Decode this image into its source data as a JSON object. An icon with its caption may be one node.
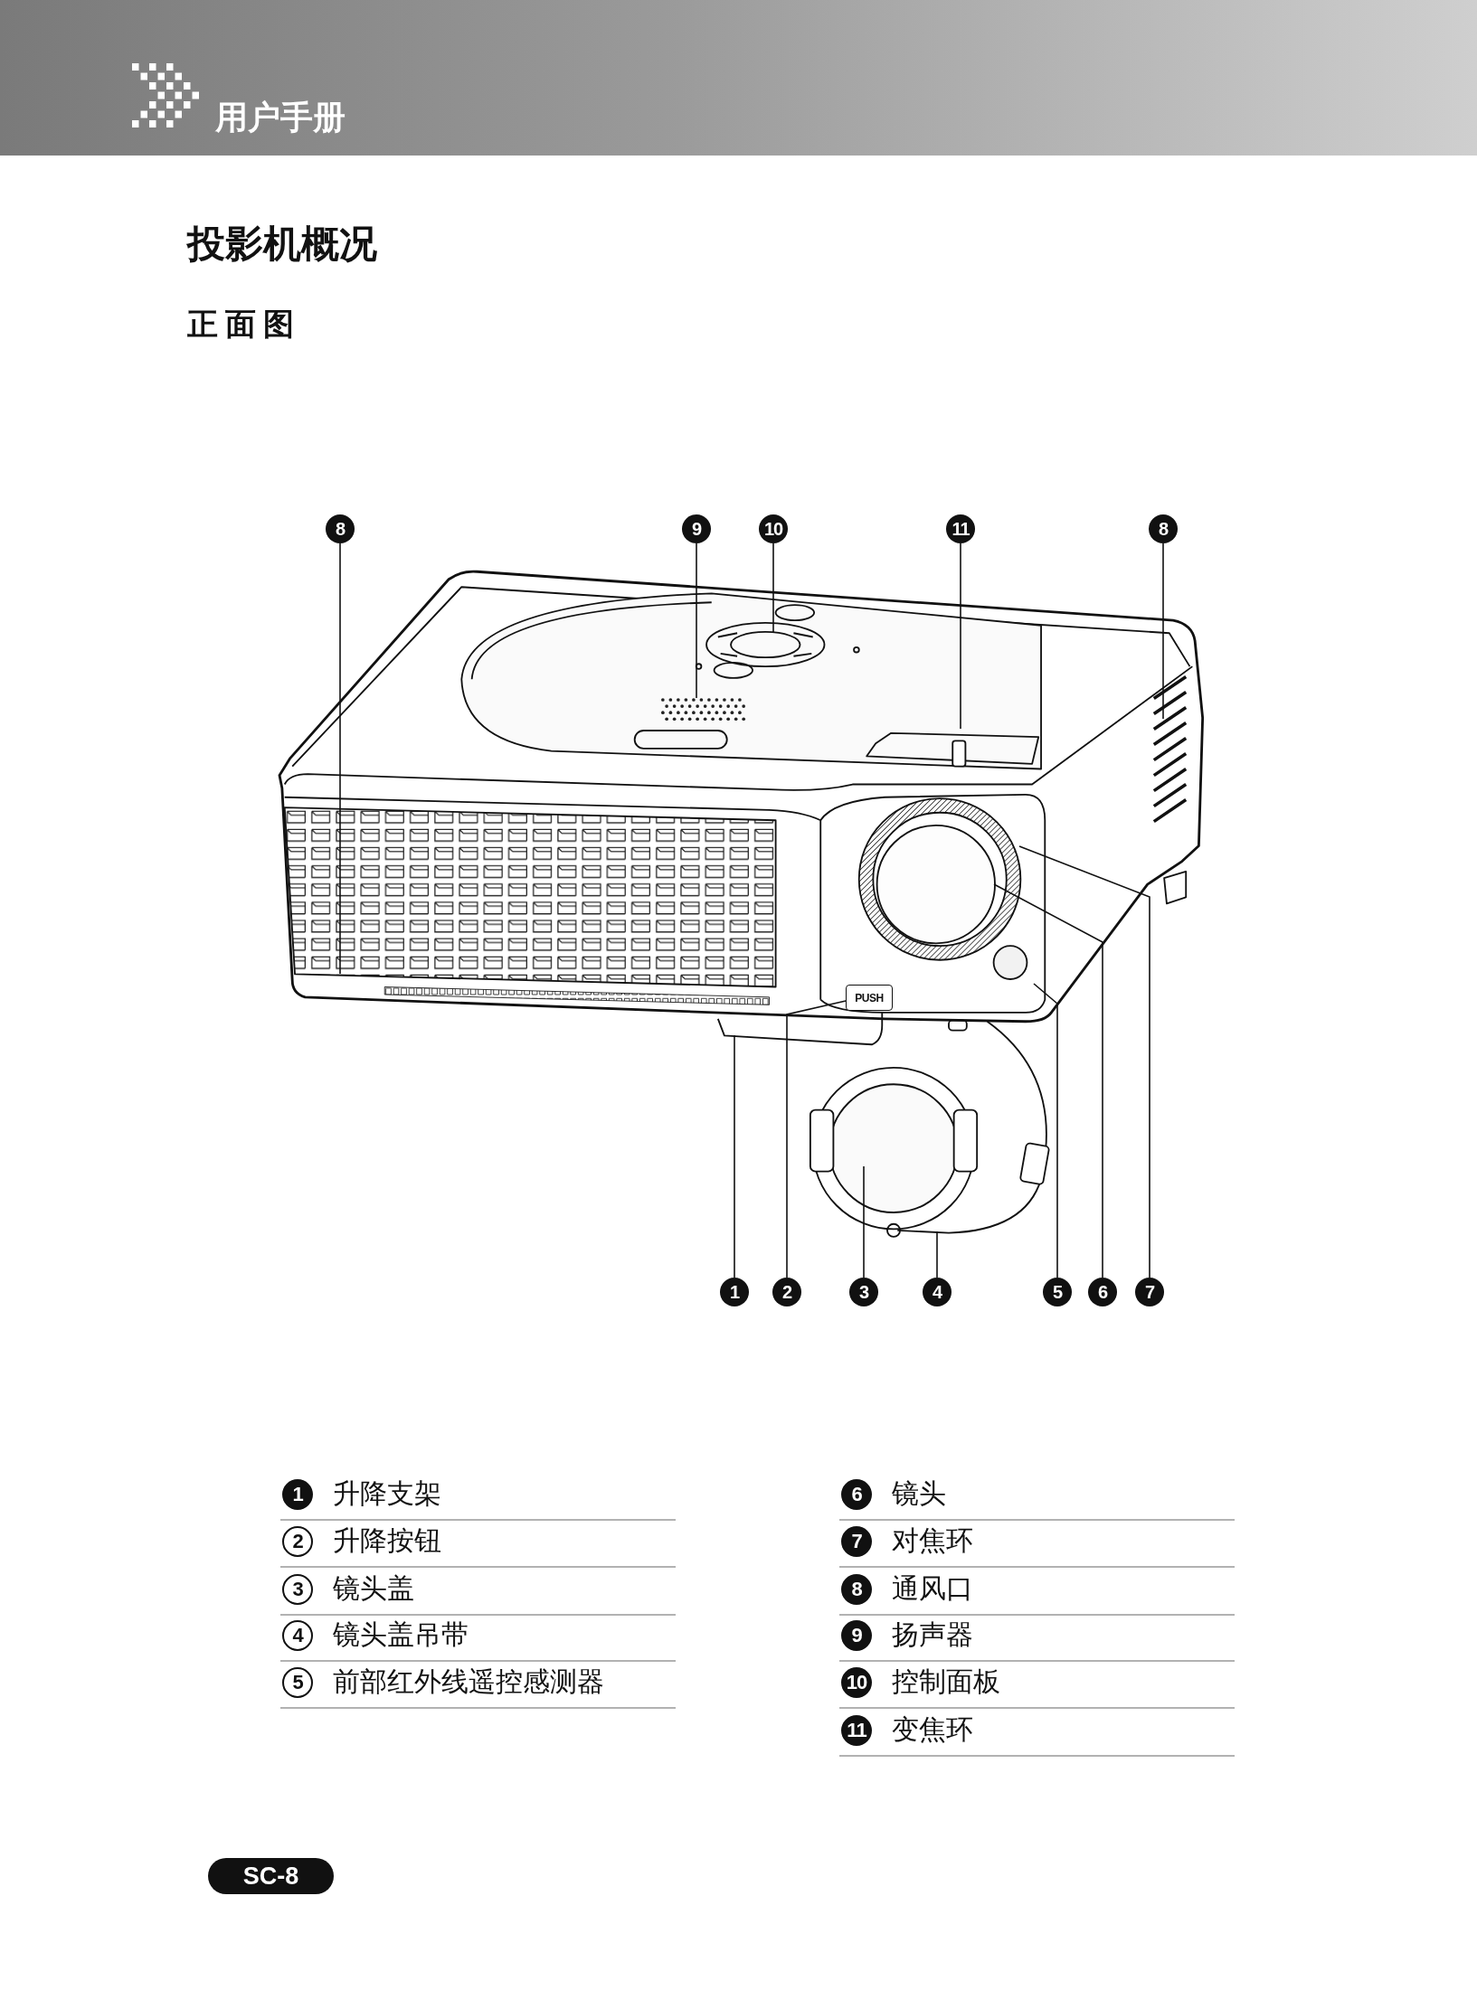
{
  "diagram": {
    "title": "投影机概况",
    "nodes": [
      {
        "text": [
          "8"
        ]
      },
      {
        "text": [
          "9"
        ]
      },
      {
        "text": [
          "10"
        ]
      },
      {
        "text": [
          "11"
        ]
      },
      {
        "text": [
          "8"
        ]
      },
      {
        "text": [
          "1"
        ]
      },
      {
        "text": [
          "2"
        ]
      },
      {
        "text": [
          "3"
        ]
      },
      {
        "text": [
          "4"
        ]
      },
      {
        "text": [
          "5"
        ]
      },
      {
        "text": [
          "6"
        ]
      },
      {
        "text": [
          "7"
        ]
      },
      {
        "text": [
          "PUSH"
        ]
      },
      {
        "text": [
          "1"
        ],
        "beside": [
          "升降支架"
        ]
      },
      {
        "text": [
          "2"
        ],
        "beside": [
          "升降按钮"
        ]
      },
      {
        "text": [
          "3"
        ],
        "beside": [
          "镜头盖"
        ]
      },
      {
        "text": [
          "4"
        ],
        "beside": [
          "镜头盖吊带"
        ]
      },
      {
        "text": [
          "5"
        ],
        "beside": [
          "前部红外线遥控感测器"
        ]
      },
      {
        "text": [
          "6"
        ],
        "beside": [
          "镜头"
        ]
      },
      {
        "text": [
          "7"
        ],
        "beside": [
          "对焦环"
        ]
      },
      {
        "text": [
          "8"
        ],
        "beside": [
          "通风口"
        ]
      },
      {
        "text": [
          "9"
        ],
        "beside": [
          "扬声器"
        ]
      },
      {
        "text": [
          "10"
        ],
        "beside": [
          "控制面板"
        ]
      },
      {
        "text": [
          "11"
        ],
        "beside": [
          "变焦环"
        ]
      }
    ],
    "edges": [
      {
        "from": 0,
        "to": null,
        "arrow": "none"
      },
      {
        "from": 1,
        "to": null,
        "arrow": "none"
      },
      {
        "from": 2,
        "to": null,
        "arrow": "none"
      },
      {
        "from": 3,
        "to": null,
        "arrow": "none"
      },
      {
        "from": 4,
        "to": null,
        "arrow": "none"
      },
      {
        "from": 5,
        "to": null,
        "arrow": "none"
      },
      {
        "from": 6,
        "to": 12,
        "arrow": "none"
      },
      {
        "from": 7,
        "to": null,
        "arrow": "none"
      },
      {
        "from": 8,
        "to": null,
        "arrow": "none"
      },
      {
        "from": 9,
        "to": null,
        "arrow": "none"
      },
      {
        "from": 10,
        "to": null,
        "arrow": "none"
      },
      {
        "from": 11,
        "to": null,
        "arrow": "none"
      }
    ],
    "labels": [
      "用户手册",
      "正面图",
      "SC-8"
    ]
  }
}
